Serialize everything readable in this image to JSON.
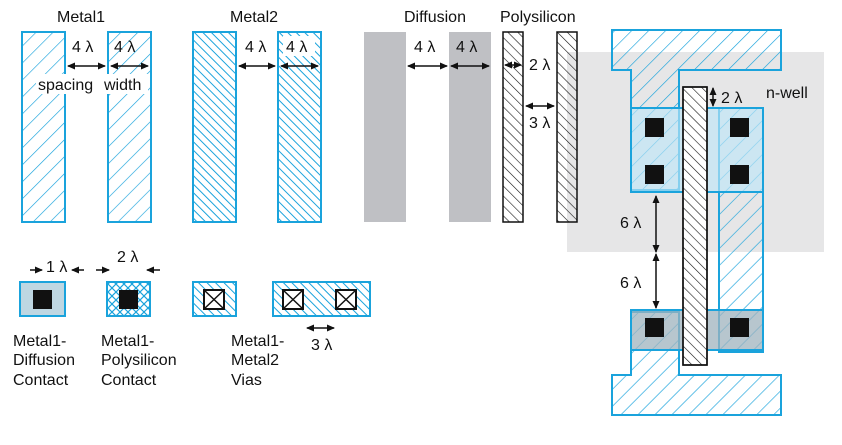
{
  "colors": {
    "metal": "#1aa3dc",
    "metal_fill_light": "#bfe6f7",
    "diffusion": "#bfc0c4",
    "nwell": "#e6e6e7",
    "overlap": "#9fb3bd",
    "dark": "#111111"
  },
  "titles": {
    "metal1": "Metal1",
    "metal2": "Metal2",
    "diffusion": "Diffusion",
    "polysilicon": "Polysilicon"
  },
  "dims": {
    "m1_spacing": "4 λ",
    "m1_width": "4 λ",
    "m1_spacing_word": "spacing",
    "m1_width_word": "width",
    "m2_spacing": "4 λ",
    "m2_width": "4 λ",
    "diff_spacing": "4 λ",
    "diff_width": "4 λ",
    "poly_width": "2 λ",
    "poly_spacing": "3 λ",
    "contact_m1_diff": "1 λ",
    "contact_m1_poly": "2 λ",
    "via_spacing": "3 λ",
    "nwell_overlap": "2 λ",
    "gap_upper": "6 λ",
    "gap_lower": "6 λ"
  },
  "labels": {
    "nwell": "n-well",
    "m1_diff_contact": [
      "Metal1-",
      "Diffusion",
      "Contact"
    ],
    "m1_poly_contact": [
      "Metal1-",
      "Polysilicon",
      "Contact"
    ],
    "m1_m2_vias": [
      "Metal1-",
      "Metal2",
      "Vias"
    ]
  }
}
